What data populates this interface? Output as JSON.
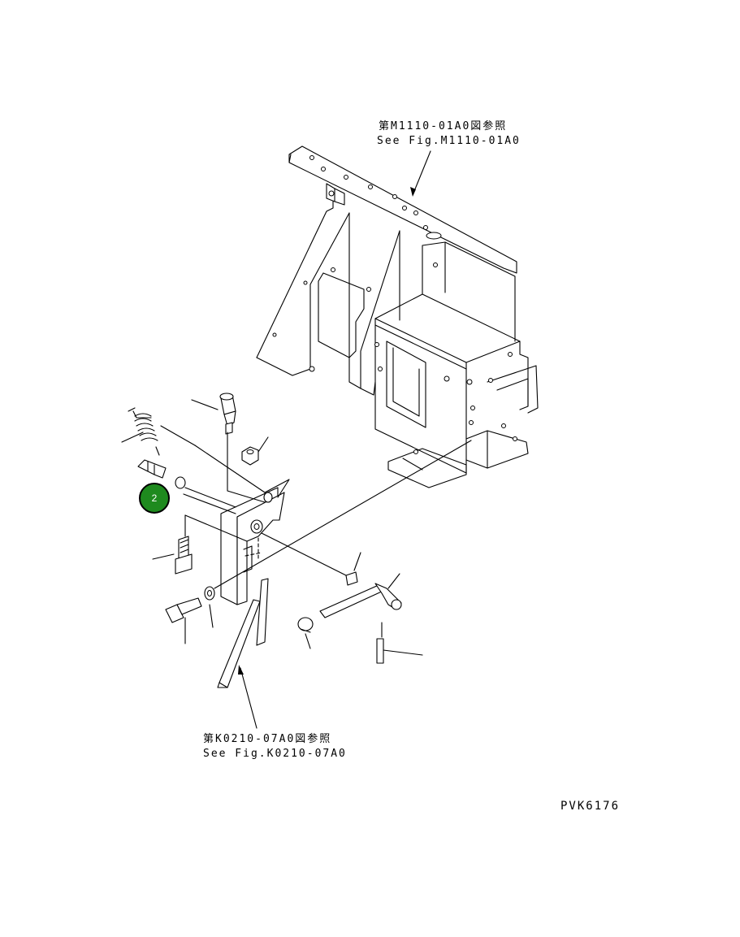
{
  "references": {
    "top": {
      "line1": "第M1110-01A0図参照",
      "line2": "See Fig.M1110-01A0"
    },
    "bottom": {
      "line1": "第K0210-07A0図参照",
      "line2": "See Fig.K0210-07A0"
    }
  },
  "drawing_code": "PVK6176",
  "callouts": [
    {
      "number": "2",
      "color": "#1e8a1e"
    }
  ]
}
